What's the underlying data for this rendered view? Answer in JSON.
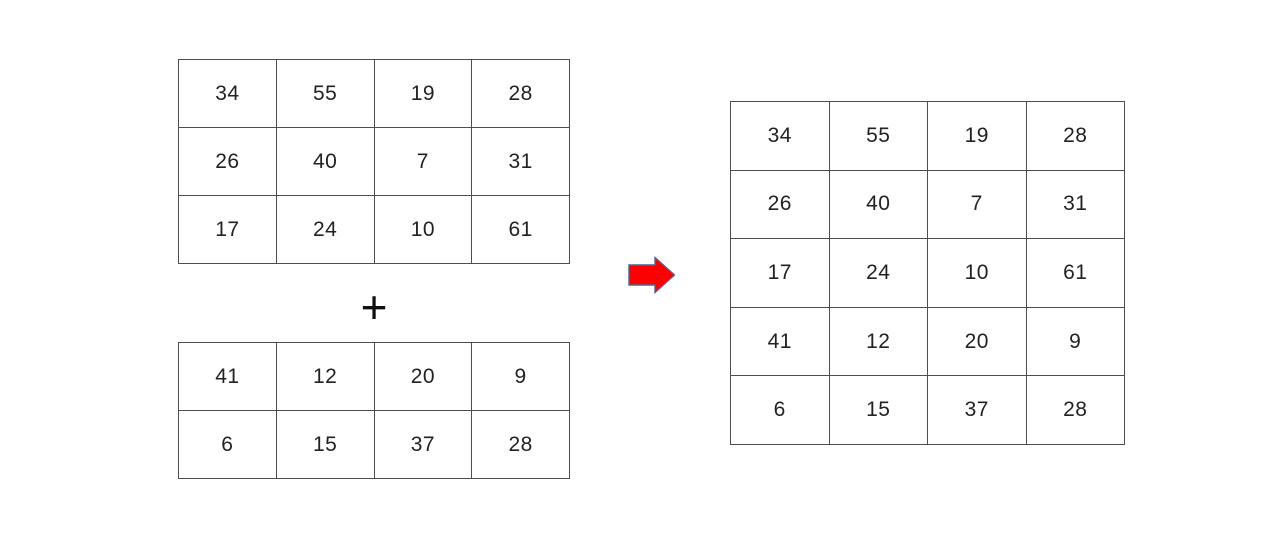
{
  "diagram": {
    "description": "Two tables combined by row concatenation into one result table",
    "operator": "+"
  },
  "colors": {
    "arrow_fill": "#ff0000",
    "arrow_stroke": "#54628e",
    "table_border": "#4d4d4d"
  },
  "icons": {
    "arrow": "block-arrow-right-icon"
  },
  "tables": {
    "top_left": {
      "rows": [
        [
          "34",
          "55",
          "19",
          "28"
        ],
        [
          "26",
          "40",
          "7",
          "31"
        ],
        [
          "17",
          "24",
          "10",
          "61"
        ]
      ]
    },
    "bottom_left": {
      "rows": [
        [
          "41",
          "12",
          "20",
          "9"
        ],
        [
          "6",
          "15",
          "37",
          "28"
        ]
      ]
    },
    "result": {
      "rows": [
        [
          "34",
          "55",
          "19",
          "28"
        ],
        [
          "26",
          "40",
          "7",
          "31"
        ],
        [
          "17",
          "24",
          "10",
          "61"
        ],
        [
          "41",
          "12",
          "20",
          "9"
        ],
        [
          "6",
          "15",
          "37",
          "28"
        ]
      ]
    }
  }
}
